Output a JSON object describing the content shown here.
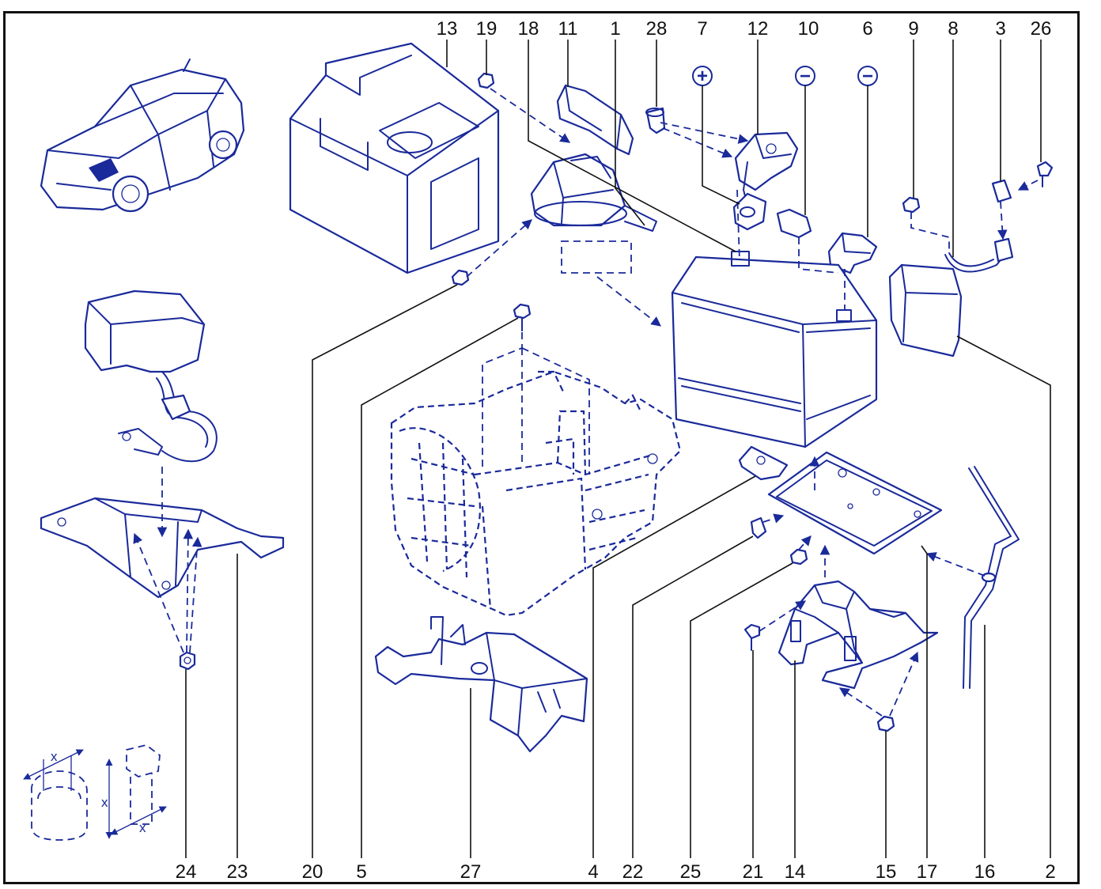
{
  "callouts_top": [
    "13",
    "19",
    "18",
    "11",
    "1",
    "28",
    "7",
    "12",
    "10",
    "6",
    "9",
    "8",
    "3",
    "26"
  ],
  "callouts_bottom": [
    "24",
    "23",
    "20",
    "5",
    "27",
    "4",
    "22",
    "25",
    "21",
    "14",
    "15",
    "17",
    "16",
    "2"
  ],
  "symbols": {
    "plus": "+",
    "minus": "−"
  },
  "dimension_letter": "x",
  "colors": {
    "line": "#1a2a9a",
    "frame": "#111111",
    "text": "#111111"
  }
}
